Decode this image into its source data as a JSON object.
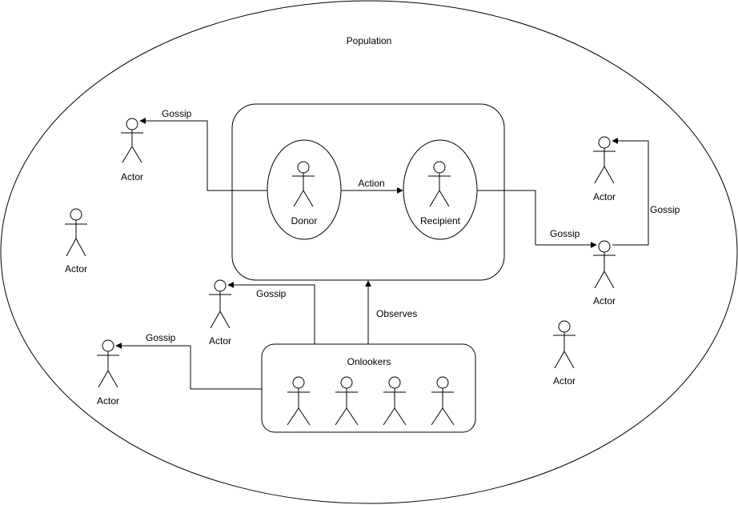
{
  "population": {
    "label": "Population"
  },
  "interaction": {
    "donor_label": "Donor",
    "recipient_label": "Recipient",
    "action_label": "Action"
  },
  "onlookers": {
    "label": "Onlookers",
    "observes_label": "Observes"
  },
  "actors": {
    "label": "Actor",
    "gossip_label": "Gossip"
  },
  "colors": {
    "stroke": "#000000",
    "fill": "#ffffff"
  }
}
